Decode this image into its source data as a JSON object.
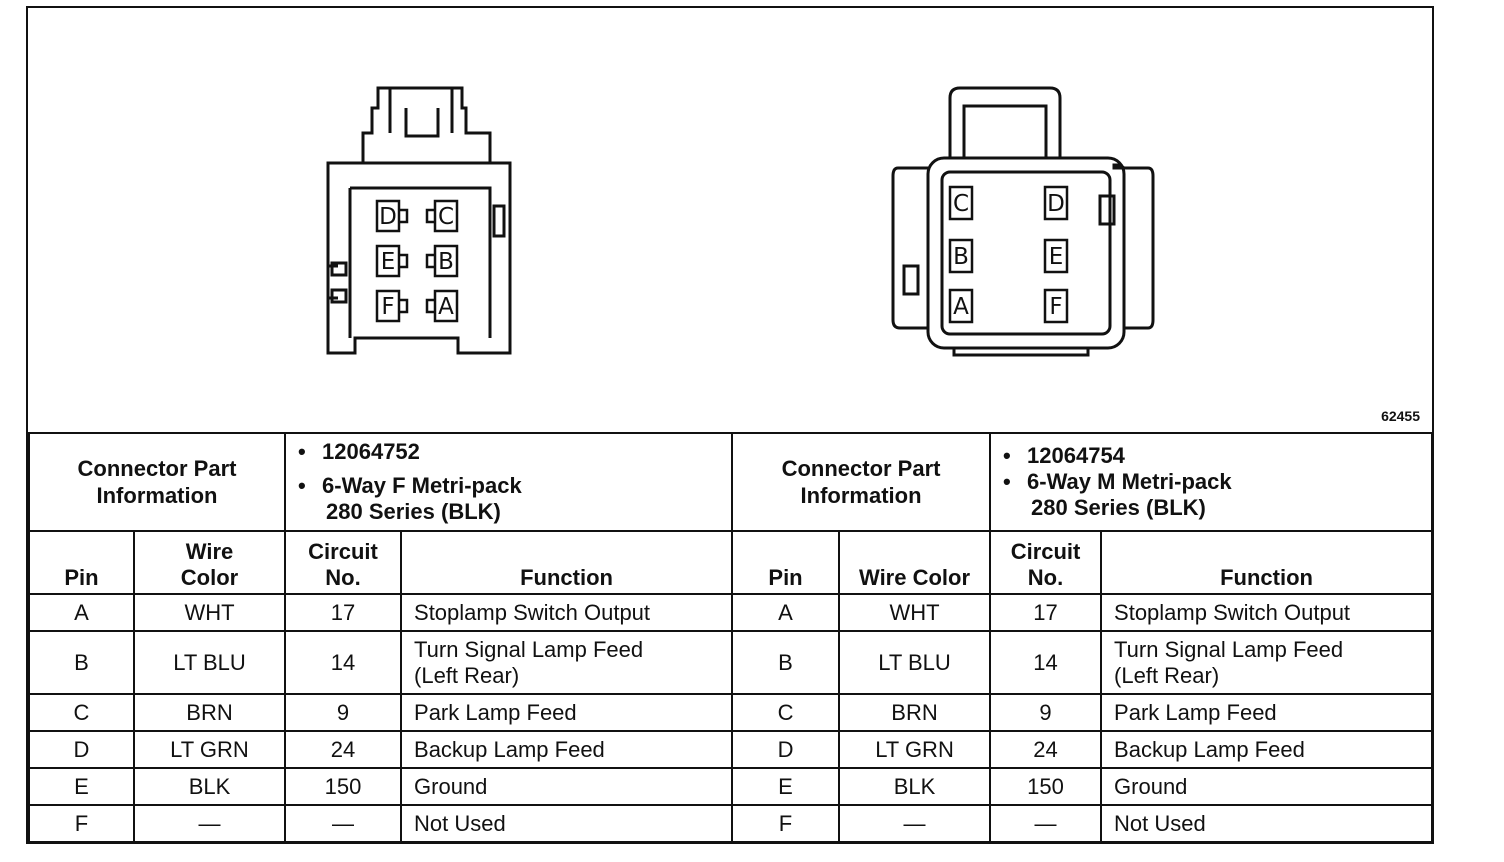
{
  "figure_number": "62455",
  "connectors": [
    {
      "info_label_line1": "Connector Part",
      "info_label_line2": "Information",
      "part_number": "12064752",
      "desc_line1": "6-Way F Metri-pack",
      "desc_line2": "280 Series (BLK)",
      "view_pins": [
        "D",
        "C",
        "E",
        "B",
        "F",
        "A"
      ]
    },
    {
      "info_label_line1": "Connector Part",
      "info_label_line2": "Information",
      "part_number": "12064754",
      "desc_line1": "6-Way M Metri-pack",
      "desc_line2": "280 Series (BLK)",
      "view_pins": [
        "C",
        "D",
        "B",
        "E",
        "A",
        "F"
      ]
    }
  ],
  "columns": {
    "pin": "Pin",
    "wire_color_line1": "Wire",
    "wire_color_line2": "Color",
    "wire_color_single": "Wire Color",
    "circuit_line1": "Circuit",
    "circuit_line2": "No.",
    "function": "Function"
  },
  "bullet": "•",
  "rows": [
    {
      "pin": "A",
      "wire": "WHT",
      "circuit": "17",
      "function_line1": "Stoplamp Switch Output",
      "function_line2": ""
    },
    {
      "pin": "B",
      "wire": "LT BLU",
      "circuit": "14",
      "function_line1": "Turn Signal Lamp Feed",
      "function_line2": "(Left Rear)"
    },
    {
      "pin": "C",
      "wire": "BRN",
      "circuit": "9",
      "function_line1": "Park Lamp Feed",
      "function_line2": ""
    },
    {
      "pin": "D",
      "wire": "LT GRN",
      "circuit": "24",
      "function_line1": "Backup Lamp Feed",
      "function_line2": ""
    },
    {
      "pin": "E",
      "wire": "BLK",
      "circuit": "150",
      "function_line1": "Ground",
      "function_line2": ""
    },
    {
      "pin": "F",
      "wire": "—",
      "circuit": "—",
      "function_line1": "Not Used",
      "function_line2": ""
    }
  ]
}
